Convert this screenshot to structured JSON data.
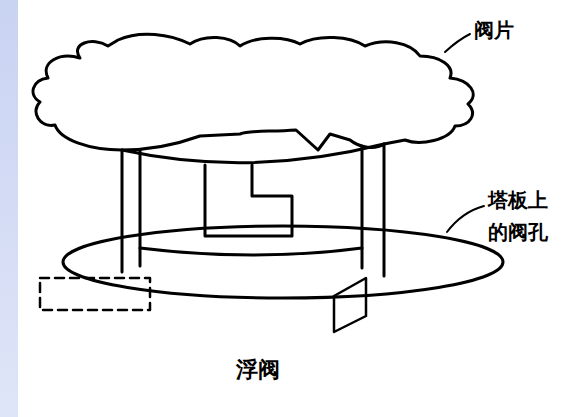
{
  "diagram": {
    "caption": "浮阀",
    "labels": [
      "阀片",
      "塔板上的阀孔"
    ]
  }
}
